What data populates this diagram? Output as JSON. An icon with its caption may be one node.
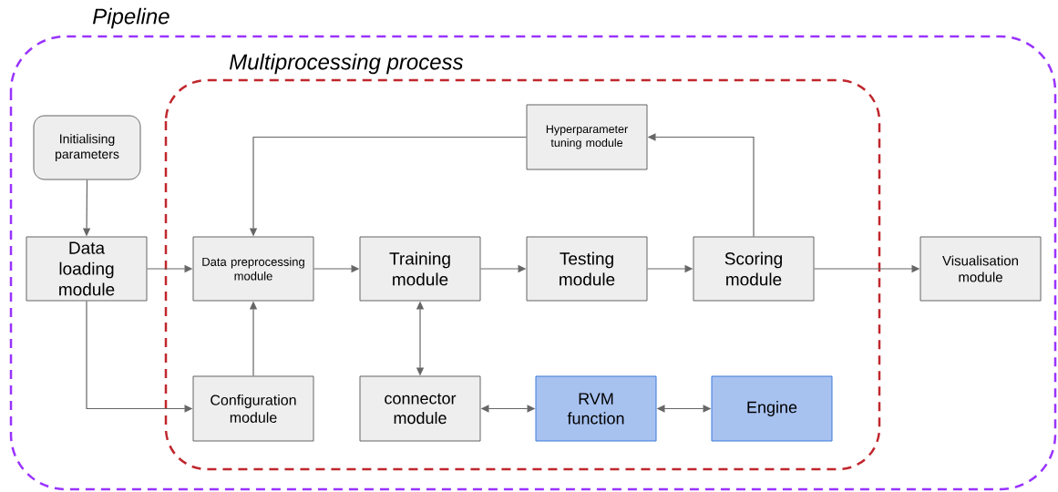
{
  "diagram": {
    "nodes": [
      {
        "text": [
          "Pipeline"
        ]
      },
      {
        "text": [
          "Multiprocessing process"
        ],
        "in": 0
      },
      {
        "text": [
          "Initialising parameters"
        ],
        "in": 0
      },
      {
        "text": [
          "Data loading module"
        ],
        "in": 0
      },
      {
        "text": [
          "Hyperparameter tuning module"
        ],
        "in": 1
      },
      {
        "text": [
          "Data preprocessing module"
        ],
        "in": 1
      },
      {
        "text": [
          "Training module"
        ],
        "in": 1
      },
      {
        "text": [
          "Testing module"
        ],
        "in": 1
      },
      {
        "text": [
          "Scoring module"
        ],
        "in": 1
      },
      {
        "text": [
          "Visualisation module"
        ],
        "in": 0
      },
      {
        "text": [
          "Configuration module"
        ],
        "in": 1
      },
      {
        "text": [
          "connector module"
        ],
        "in": 1
      },
      {
        "text": [
          "RVM function"
        ],
        "in": 1
      },
      {
        "text": [
          "Engine"
        ],
        "in": 1
      }
    ],
    "edges": [
      {
        "from": 2,
        "to": 3,
        "arrow": "to"
      },
      {
        "from": 3,
        "to": 5,
        "arrow": "to"
      },
      {
        "from": 3,
        "to": 10,
        "arrow": "to"
      },
      {
        "from": 10,
        "to": 5,
        "arrow": "to"
      },
      {
        "from": 5,
        "to": 6,
        "arrow": "to"
      },
      {
        "from": 6,
        "to": 7,
        "arrow": "to"
      },
      {
        "from": 7,
        "to": 8,
        "arrow": "to"
      },
      {
        "from": 8,
        "to": 9,
        "arrow": "to"
      },
      {
        "from": 8,
        "to": 4,
        "arrow": "to"
      },
      {
        "from": 4,
        "to": 5,
        "arrow": "to"
      },
      {
        "from": 6,
        "to": 11,
        "arrow": "both"
      },
      {
        "from": 11,
        "to": 12,
        "arrow": "both"
      },
      {
        "from": 12,
        "to": 13,
        "arrow": "both"
      }
    ]
  }
}
